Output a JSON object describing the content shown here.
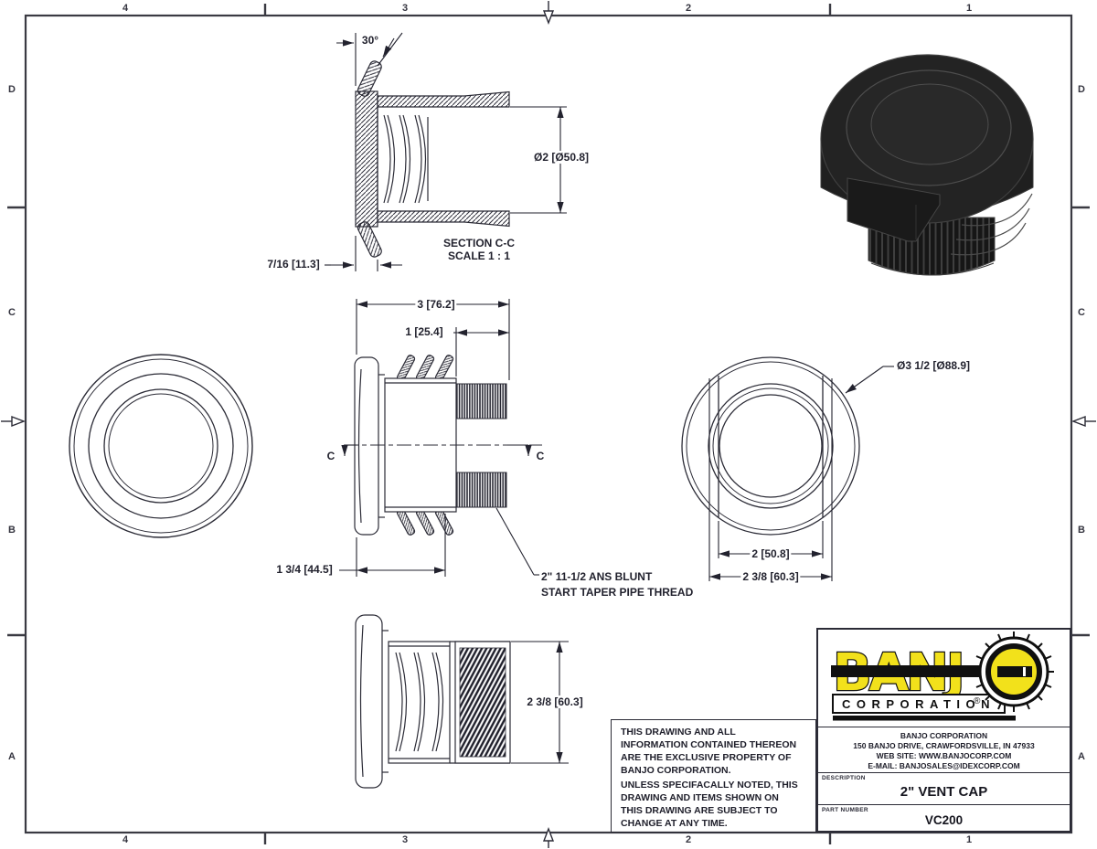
{
  "sheet": {
    "zone_columns": [
      "4",
      "3",
      "2",
      "1"
    ],
    "zone_rows": [
      "D",
      "C",
      "B",
      "A"
    ],
    "line_color": "#2b2b36"
  },
  "section_view": {
    "label": "SECTION C-C",
    "scale": "SCALE 1 : 1",
    "angle_dim": "30°",
    "diameter_dim": "Ø2 [Ø50.8]",
    "flange_width_dim": "7/16 [11.3]"
  },
  "side_view": {
    "overall_length_dim": "3 [76.2]",
    "thread_length_dim": "1 [25.4]",
    "body_length_dim": "1 3/4 [44.5]",
    "section_marker": "C",
    "thread_callout_line1": "2\" 11-1/2  ANS BLUNT",
    "thread_callout_line2": "START TAPER PIPE THREAD"
  },
  "rear_view": {
    "flange_diameter_dim": "Ø3 1/2 [Ø88.9]",
    "inner_width_dim": "2 [50.8]",
    "outer_width_dim": "2 3/8 [60.3]"
  },
  "bottom_view": {
    "height_dim": "2 3/8 [60.3]"
  },
  "notes": {
    "p1_lines": [
      "THIS DRAWING AND ALL",
      "INFORMATION CONTAINED THEREON",
      "ARE THE EXCLUSIVE PROPERTY OF",
      "BANJO CORPORATION."
    ],
    "p2_lines": [
      "UNLESS SPECIFACALLY NOTED, THIS",
      "DRAWING AND ITEMS SHOWN ON",
      "THIS DRAWING ARE SUBJECT TO",
      "CHANGE AT ANY TIME."
    ]
  },
  "title_block": {
    "logo_word": "BANJ",
    "logo_registered": "®",
    "logo_subtitle": "CORPORATION",
    "logo_yellow": "#f2e11b",
    "company_lines": [
      "BANJO CORPORATION",
      "150 BANJO DRIVE, CRAWFORDSVILLE, IN 47933",
      "WEB SITE: WWW.BANJOCORP.COM",
      "E-MAIL: BANJOSALES@IDEXCORP.COM"
    ],
    "description_label": "DESCRIPTION",
    "description_value": "2\" VENT CAP",
    "part_number_label": "PART NUMBER",
    "part_number_value": "VC200"
  }
}
